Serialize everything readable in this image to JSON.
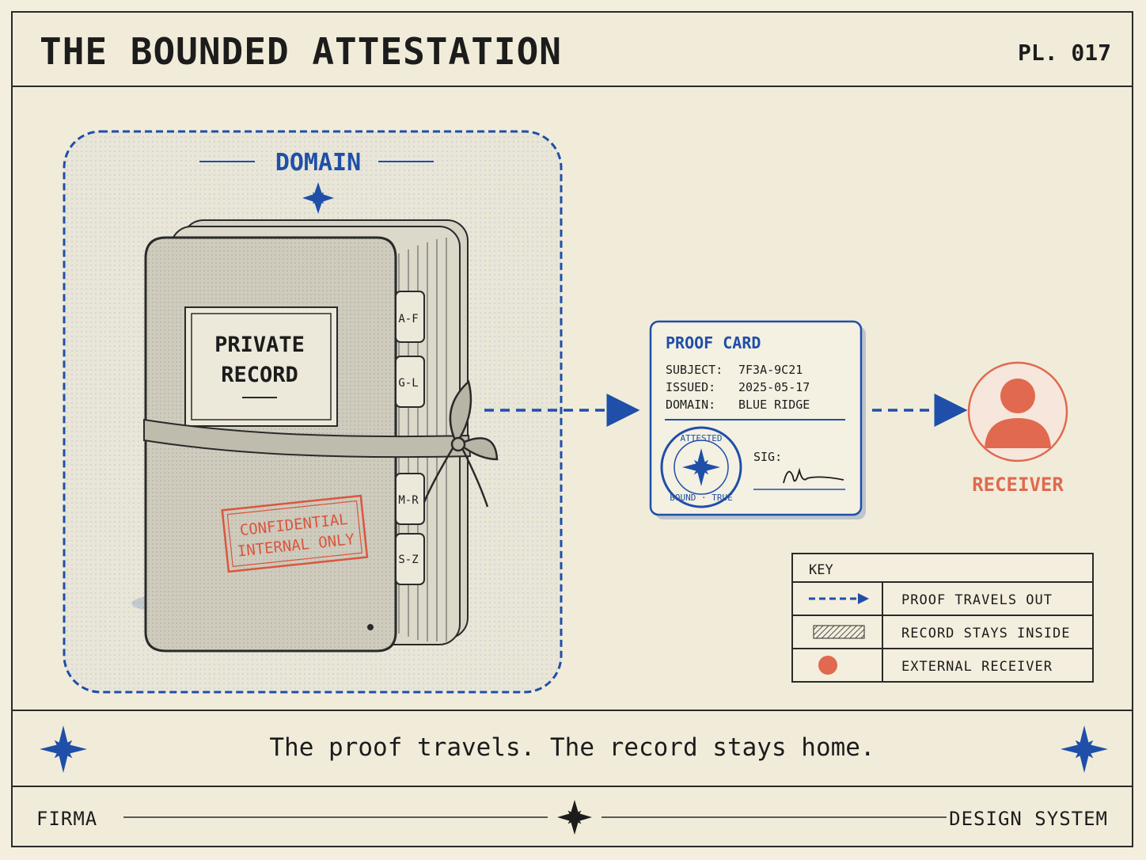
{
  "header": {
    "title": "THE BOUNDED ATTESTATION",
    "plate": "PL. 017"
  },
  "domain": {
    "label": "DOMAIN"
  },
  "record": {
    "title_line1": "PRIVATE",
    "title_line2": "RECORD",
    "tabs": [
      "A-F",
      "G-L",
      "M-R",
      "S-Z"
    ],
    "stamp_line1": "CONFIDENTIAL",
    "stamp_line2": "INTERNAL ONLY"
  },
  "proof_card": {
    "title": "PROOF CARD",
    "fields": [
      {
        "key": "SUBJECT:",
        "value": "7F3A-9C21"
      },
      {
        "key": "ISSUED:",
        "value": "2025-05-17"
      },
      {
        "key": "DOMAIN:",
        "value": "BLUE RIDGE"
      }
    ],
    "seal_top": "ATTESTED",
    "seal_bottom": "BOUND · TRUE",
    "sig_label": "SIG:"
  },
  "receiver": {
    "label": "RECEIVER"
  },
  "legend": {
    "title": "KEY",
    "items": [
      {
        "label": "PROOF TRAVELS OUT",
        "symbol": "dashed-arrow"
      },
      {
        "label": "RECORD STAYS INSIDE",
        "symbol": "hatched-bar"
      },
      {
        "label": "EXTERNAL RECEIVER",
        "symbol": "red-dot"
      }
    ]
  },
  "caption": "The proof travels. The record stays home.",
  "footer": {
    "left": "FIRMA",
    "right": "DESIGN SYSTEM"
  },
  "colors": {
    "blue": "#1f4fa8",
    "red": "#e0694f",
    "ink": "#1c1c1c",
    "paper": "#f1ecda"
  }
}
